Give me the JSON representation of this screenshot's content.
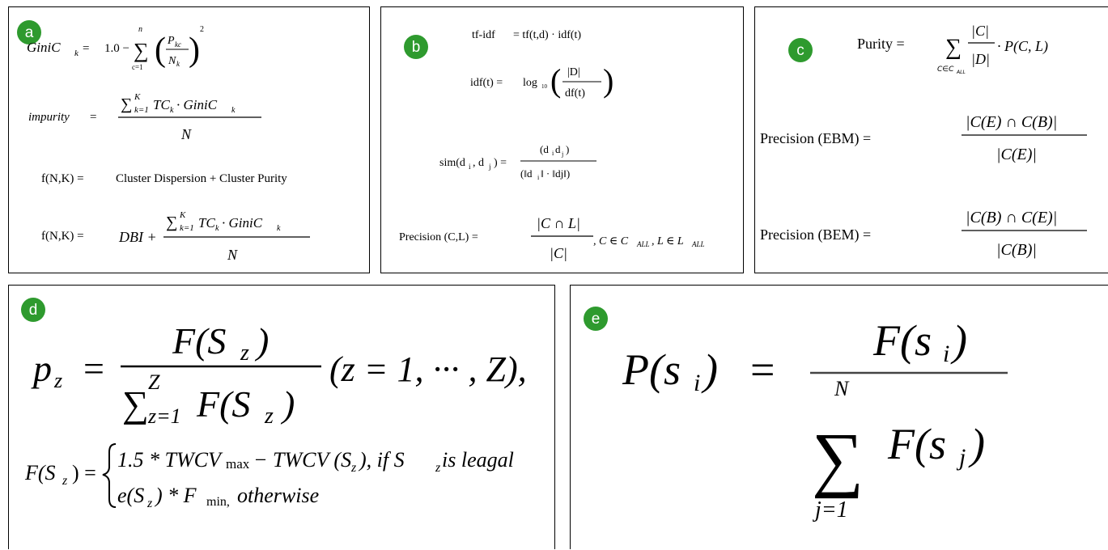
{
  "panels": {
    "a": {
      "badge": "a",
      "gini_lhs": "GiniC",
      "gini_lhs_sub": "k",
      "gini_eq": "=",
      "gini_one": "1.0 −",
      "gini_sum_top": "n",
      "gini_sum_bottom": "c=1",
      "gini_num": "P",
      "gini_num_sub": "kc",
      "gini_den": "N",
      "gini_den_sub": "k",
      "gini_pow": "2",
      "impurity_lhs": "impurity",
      "impurity_eq": "=",
      "impurity_num": "∑",
      "impurity_num_sup": "K",
      "impurity_num_sub": "k=1",
      "impurity_num_term": "TC",
      "impurity_num_term_sub": "k",
      "impurity_num_dot": "· GiniC",
      "impurity_num_dot_sub": "k",
      "impurity_den": "N",
      "f1_lhs": "f(N,K) =",
      "f1_rhs": "Cluster Dispersion + Cluster Purity",
      "f2_lhs": "f(N,K) =",
      "f2_dbi": "DBI +",
      "f2_num_sum": "∑",
      "f2_num_sup": "K",
      "f2_num_sub": "k=1",
      "f2_num_term": "TC",
      "f2_num_term_sub": "k",
      "f2_num_dot": "· GiniC",
      "f2_num_dot_sub": "k",
      "f2_den": "N"
    },
    "b": {
      "badge": "b",
      "tfidf_lhs": "tf-idf",
      "tfidf_rhs": "=  tf(t,d) · idf(t)",
      "idf_lhs": "idf(t)  =",
      "idf_log": "log",
      "idf_log_sub": "10",
      "idf_num": "|D|",
      "idf_den": "df(t)",
      "sim_lhs": "sim(d",
      "sim_lhs_i": "i",
      "sim_lhs_mid": ", d",
      "sim_lhs_j": "j",
      "sim_lhs_end": ")  =",
      "sim_num": "(d",
      "sim_num_i": "i",
      "sim_num_d": "d",
      "sim_num_j": "j",
      "sim_num_close": ")",
      "sim_den": "(‖d",
      "sim_den_i": "i",
      "sim_den_mid": "‖ · ‖dj‖)",
      "prec_lhs": "Precision (C,L)  =",
      "prec_num": "|C ∩ L|",
      "prec_den": "|C|",
      "prec_tail": ", C ∈ C",
      "prec_tail_sub1": "ALL",
      "prec_tail_mid": ", L ∈ L",
      "prec_tail_sub2": "ALL"
    },
    "c": {
      "badge": "c",
      "purity_lhs": "Purity  =",
      "purity_sum": "∑",
      "purity_sum_sub": "C∈C",
      "purity_sum_sub2": "ALL",
      "purity_num": "|C|",
      "purity_den": "|D|",
      "purity_tail": "· P(C, L)",
      "ebm_lhs": "Precision (EBM)  =",
      "ebm_num": "|C(E) ∩ C(B)|",
      "ebm_den": "|C(E)|",
      "bem_lhs": "Precision (BEM)  =",
      "bem_num": "|C(B) ∩ C(E)|",
      "bem_den": "|C(B)|"
    },
    "d": {
      "badge": "d",
      "p_lhs": "p",
      "p_lhs_sub": "z",
      "p_eq": "=",
      "p_num": "F(S",
      "p_num_sub": "z",
      "p_num_close": ")",
      "p_den_sum": "∑",
      "p_den_sup": "Z",
      "p_den_sub": "z=1",
      "p_den_term": "F(S",
      "p_den_term_sub": "z",
      "p_den_close": ")",
      "p_range": "(z = 1, ··· , Z),",
      "f_lhs": "F(S",
      "f_lhs_sub": "z",
      "f_lhs_close": ") =",
      "case1": "1.5 * TWCV",
      "case1_sub": "max",
      "case1_mid": "− TWCV (S",
      "case1_mid_sub": "z",
      "case1_end": "), if  S",
      "case1_end_sub": "z",
      "case1_tail": " is leagal",
      "case2": "e(S",
      "case2_sub": "z",
      "case2_mid": ") * F",
      "case2_mid_sub": "min,",
      "case2_tail": " otherwise"
    },
    "e": {
      "badge": "e",
      "lhs": "P(s",
      "lhs_sub": "i",
      "lhs_close": ")",
      "eq": "=",
      "num": "F(s",
      "num_sub": "i",
      "num_close": ")",
      "sum": "∑",
      "sum_top": "N",
      "sum_bottom": "j=1",
      "den": "F(s",
      "den_sub": "j",
      "den_close": ")"
    }
  }
}
